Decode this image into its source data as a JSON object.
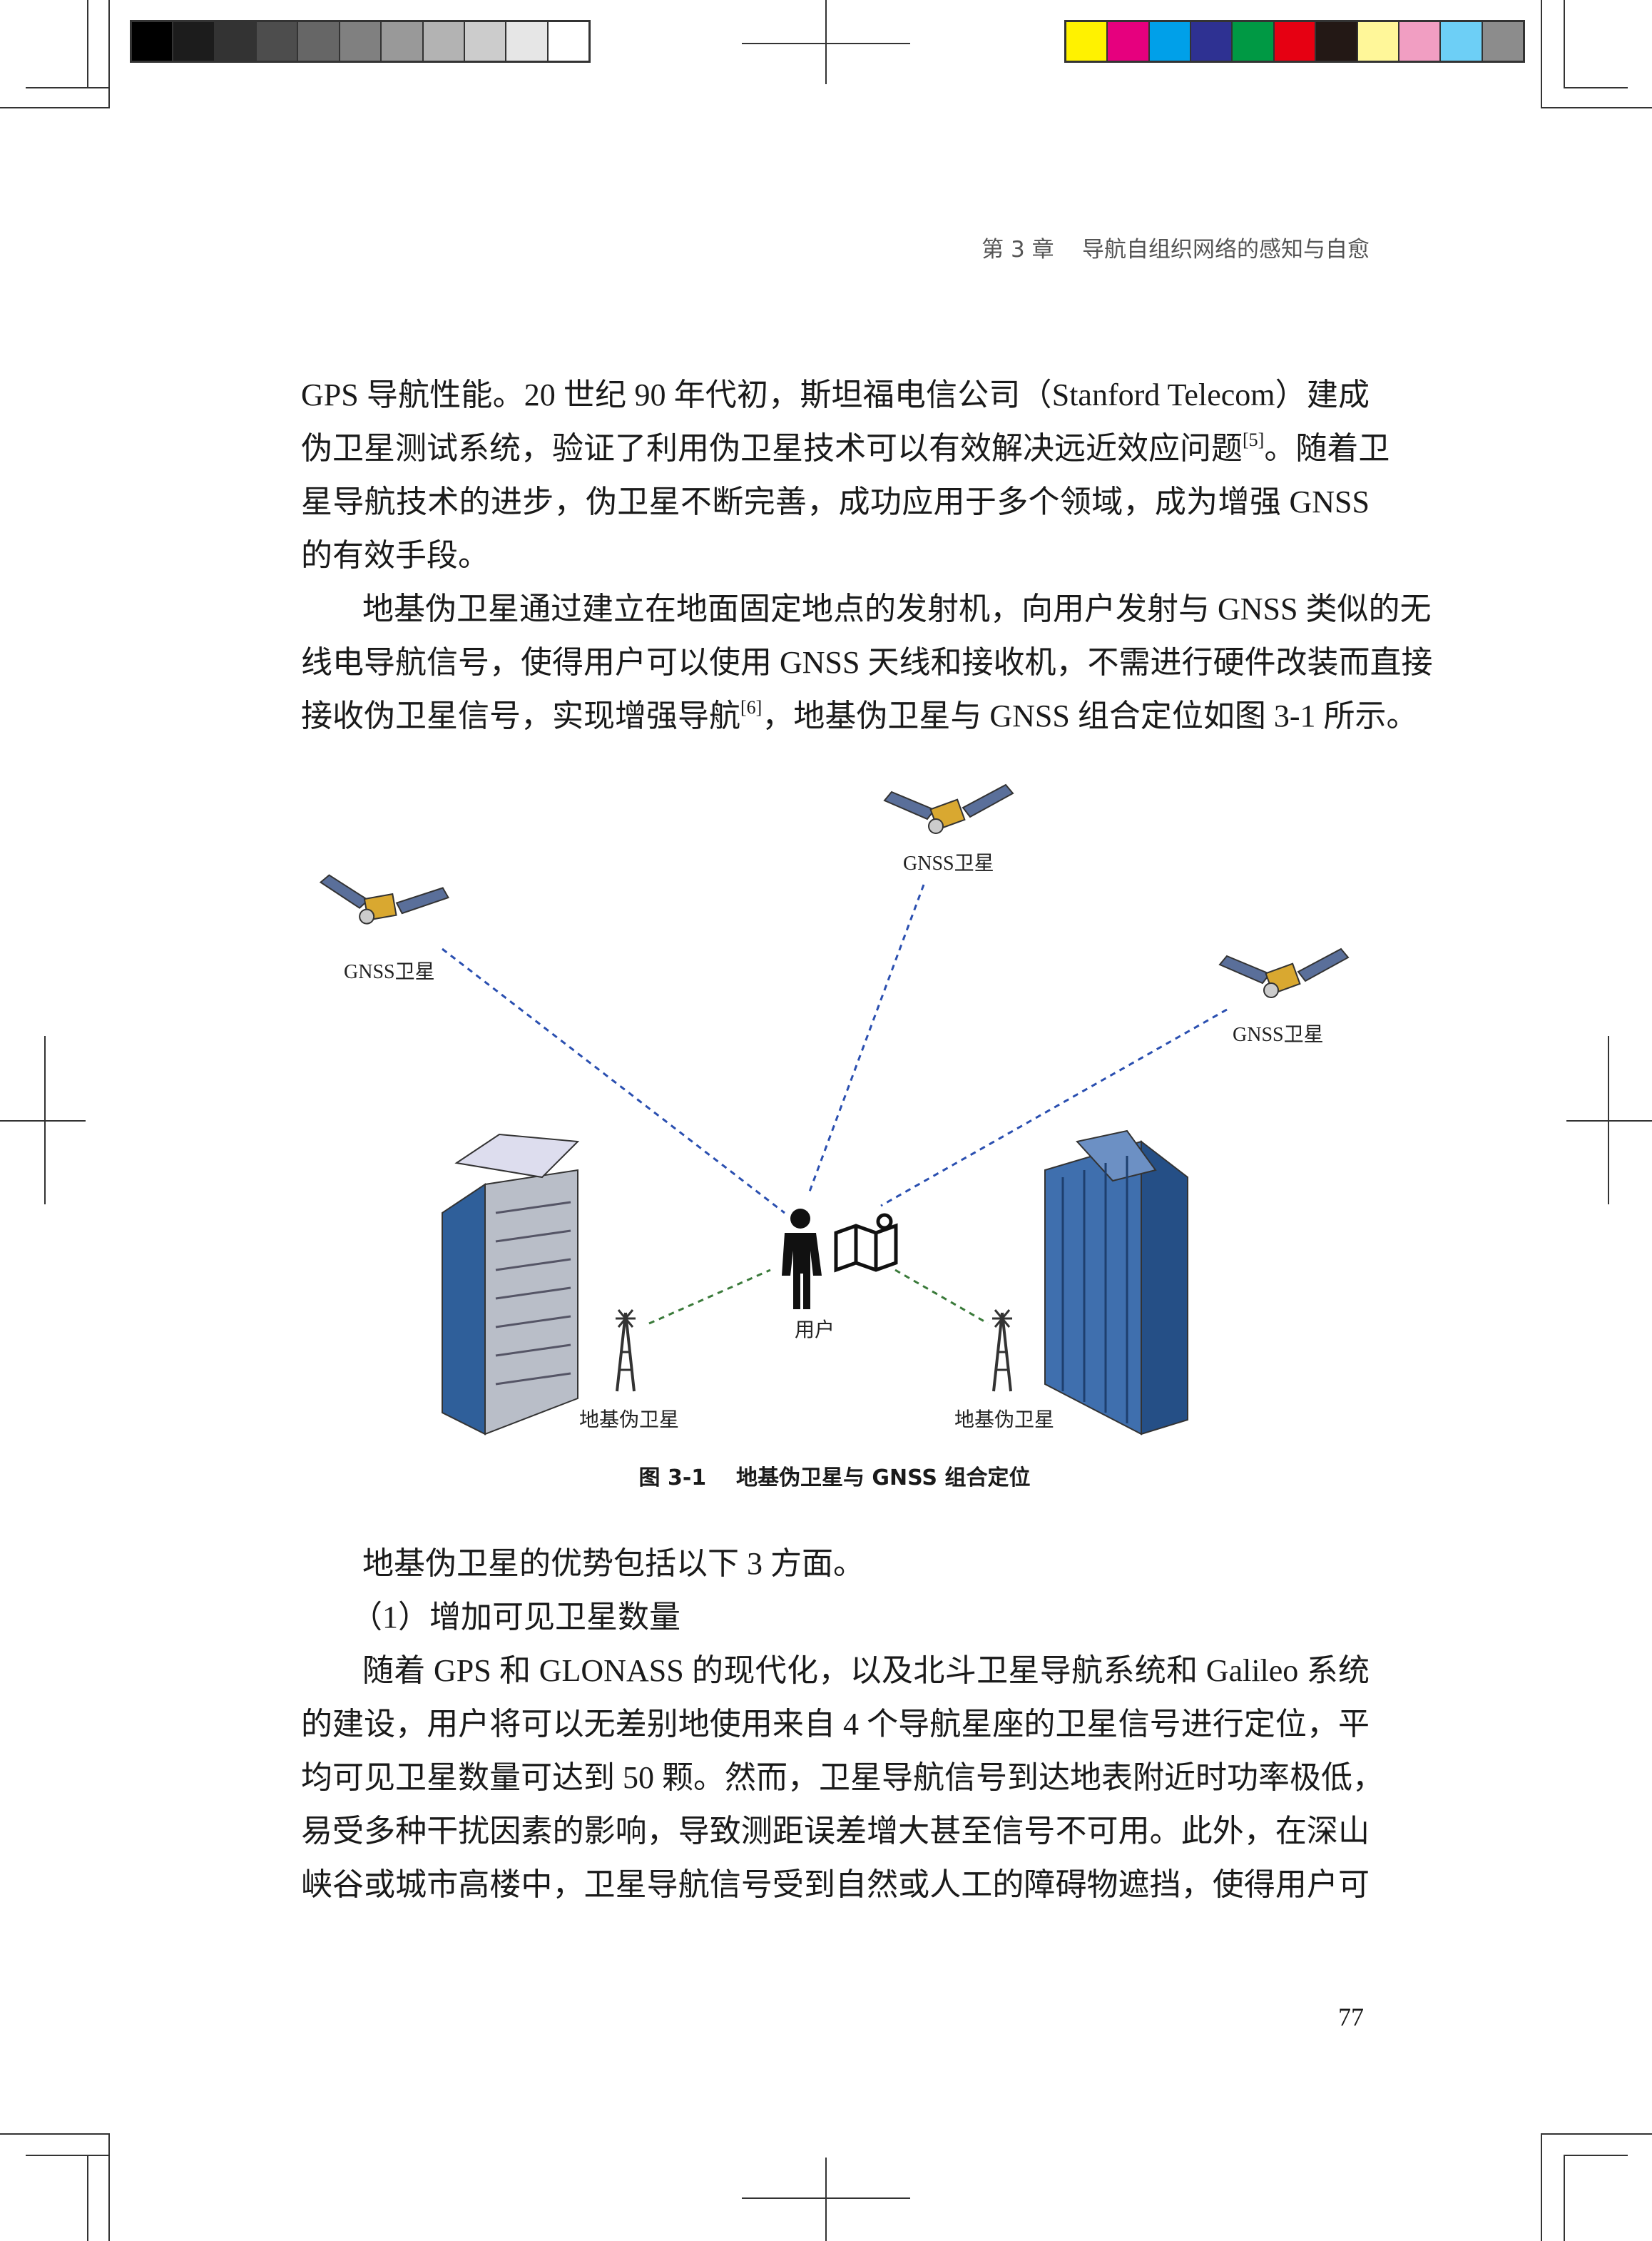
{
  "header": {
    "chapter": "第 3 章",
    "title": "导航自组织网络的感知与自愈"
  },
  "paragraphs_top": [
    [
      "GPS 导航性能。20 世纪 90 年代初，斯坦福电信公司（Stanford  Telecom）建成",
      "伪卫星测试系统，验证了利用伪卫星技术可以有效解决远近效应问题",
      "[5]",
      "。随着卫",
      "星导航技术的进步，伪卫星不断完善，成功应用于多个领域，成为增强  GNSS",
      "的有效手段。"
    ],
    [
      "地基伪卫星通过建立在地面固定地点的发射机，向用户发射与 GNSS 类似的无",
      "线电导航信号，使得用户可以使用 GNSS 天线和接收机，不需进行硬件改装而直接",
      "接收伪卫星信号，实现增强导航",
      "[6]",
      "，地基伪卫星与 GNSS 组合定位如图 3-1 所示。"
    ]
  ],
  "figure": {
    "satellite_label": "GNSS卫星",
    "user_label": "用户",
    "pseudolite_label": "地基伪卫星",
    "caption_number": "图 3-1",
    "caption_text": "地基伪卫星与 GNSS 组合定位",
    "colors": {
      "gnss_link": "#2a4fb0",
      "pseudolite_link": "#3a7a3a"
    }
  },
  "paragraphs_bottom": {
    "intro": "地基伪卫星的优势包括以下 3 方面。",
    "heading": "（1）增加可见卫星数量",
    "lines": [
      "随着 GPS 和 GLONASS 的现代化，以及北斗卫星导航系统和 Galileo 系统",
      "的建设，用户将可以无差别地使用来自 4 个导航星座的卫星信号进行定位，平",
      "均可见卫星数量可达到 50 颗。然而，卫星导航信号到达地表附近时功率极低，",
      "易受多种干扰因素的影响，导致测距误差增大甚至信号不可用。此外，在深山",
      "峡谷或城市高楼中，卫星导航信号受到自然或人工的障碍物遮挡，使得用户可"
    ]
  },
  "page_number": "77",
  "color_bars": {
    "grayscale": [
      "#000000",
      "#1c1c1c",
      "#333333",
      "#4d4d4d",
      "#666666",
      "#808080",
      "#999999",
      "#b3b3b3",
      "#cccccc",
      "#e6e6e6",
      "#ffffff"
    ],
    "process": [
      "#fff200",
      "#e6007e",
      "#00a0e9",
      "#2e3192",
      "#009944",
      "#e60012",
      "#231815",
      "#fff799",
      "#f19ec2",
      "#6dcff6",
      "#8c8c8c"
    ]
  }
}
